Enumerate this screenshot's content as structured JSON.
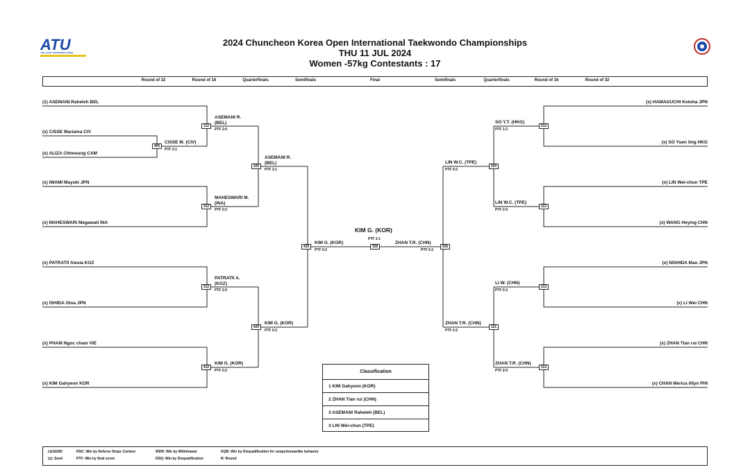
{
  "header": {
    "title": "2024 Chuncheon Korea Open International Taekwondo Championships",
    "date": "THU 11 JUL 2024",
    "category": "Women -57kg Contestants : 17",
    "logo_text": "ATU",
    "logo_subtext": "THE ASIAN TAEKWONDO UNION"
  },
  "rounds_left": [
    "Round of 32",
    "Round of 16",
    "Quarterfinals",
    "Semifinals"
  ],
  "round_final": "Final",
  "rounds_right": [
    "Semifinals",
    "Quarterfinals",
    "Round of 16",
    "Round of 32"
  ],
  "left_entries": [
    "(1) ASEMANI Raheleh BEL",
    "(x) CISSE Mariama CIV",
    "(x) ALIZA Chheoung CAM",
    "(x) IWAMI Mayuki JPN",
    "(x) MAHESWARI Megawati INA",
    "(x) PATRATII Alesia KGZ",
    "(x) ISHIDA Otoa JPN",
    "(x) PHAM Ngoc cham VIE",
    "(x) KIM Gahyeon KOR"
  ],
  "right_entries": [
    "(x) HAMAGUCHI Kotoha JPN",
    "(x) SO Yuen ting HKG",
    "(x) LIN Wei-chun TPE",
    "(x) WANG Heying CHN",
    "(x) NISHIDA Mao JPN",
    "(x) LI Wei CHN",
    "(x) ZHAN Tian rui CHN",
    "(x) CHAN Merica lillyn PHI"
  ],
  "matches": {
    "m405": {
      "box": "405",
      "winner": "CISSE M. (CIV)",
      "score": "PTF 2:1"
    },
    "m112": {
      "box": "112",
      "winner": "ASEMANI R.\n(BEL)",
      "score": "PTF 2:0"
    },
    "m312": {
      "box": "312",
      "winner": "MAHESWARI M.\n(INA)",
      "score": "PTF 0:2"
    },
    "m312b": {
      "box": "312",
      "winner": "PATRATII A.\n(KGZ)",
      "score": "PTF 2:0"
    },
    "m412": {
      "box": "412",
      "winner": "KIM G. (KOR)",
      "score": "PTF 0:2"
    },
    "m320": {
      "box": "320",
      "winner": "ASEMANI R.\n(BEL)",
      "score": "PTF 2:1"
    },
    "m420": {
      "box": "420",
      "winner": "KIM G. (KOR)",
      "score": "PTF 0:2"
    },
    "m425": {
      "box": "425",
      "winner": "KIM G. (KOR)",
      "score": "PTF 0:2"
    },
    "m328": {
      "box": "328",
      "winner": "KIM G. (KOR)",
      "score": "PTF 2:1"
    },
    "m526": {
      "box": "526",
      "winner": "ZHAN T.R. (CHN)",
      "score": "PTF 0:2"
    },
    "m512": {
      "box": "512",
      "winner": "SO Y.T. (HKG)",
      "score": "PTF 1:2"
    },
    "m113": {
      "box": "113",
      "winner": "LIN W.C. (TPE)",
      "score": "PTF 2:0"
    },
    "m213": {
      "box": "213",
      "winner": "LI W. (CHN)",
      "score": "PTF 0:2"
    },
    "m313": {
      "box": "313",
      "winner": "ZHAN T.R. (CHN)",
      "score": "PTF 2:0"
    },
    "m520": {
      "box": "520",
      "winner": "LIN W.C. (TPE)",
      "score": "PTF 0:2"
    },
    "m121": {
      "box": "121",
      "winner": "ZHAN T.R. (CHN)",
      "score": "PTF 0:2"
    }
  },
  "classification": {
    "title": "Classification",
    "rows": [
      "1  KIM Gahyeon (KOR)",
      "2  ZHAN Tian rui (CHN)",
      "3  ASEMANI Raheleh (BEL)",
      "3  LIN Wei-chun (TPE)"
    ]
  },
  "legend": {
    "title": "LEGEND",
    "seed": "(x): Seed",
    "rsc": "RSC: Win by Referee Stops Contest",
    "ptf": "PTF: Win by final score",
    "wdr": "WDR: Win by Withdrawal",
    "dsq": "DSQ: Win by Disqualification",
    "dqb": "DQB: Win by Disqualification for unsportsmanlike behavior",
    "r": "R: Round"
  },
  "colors": {
    "logo": "#1b4aa8",
    "line": "#222222"
  }
}
